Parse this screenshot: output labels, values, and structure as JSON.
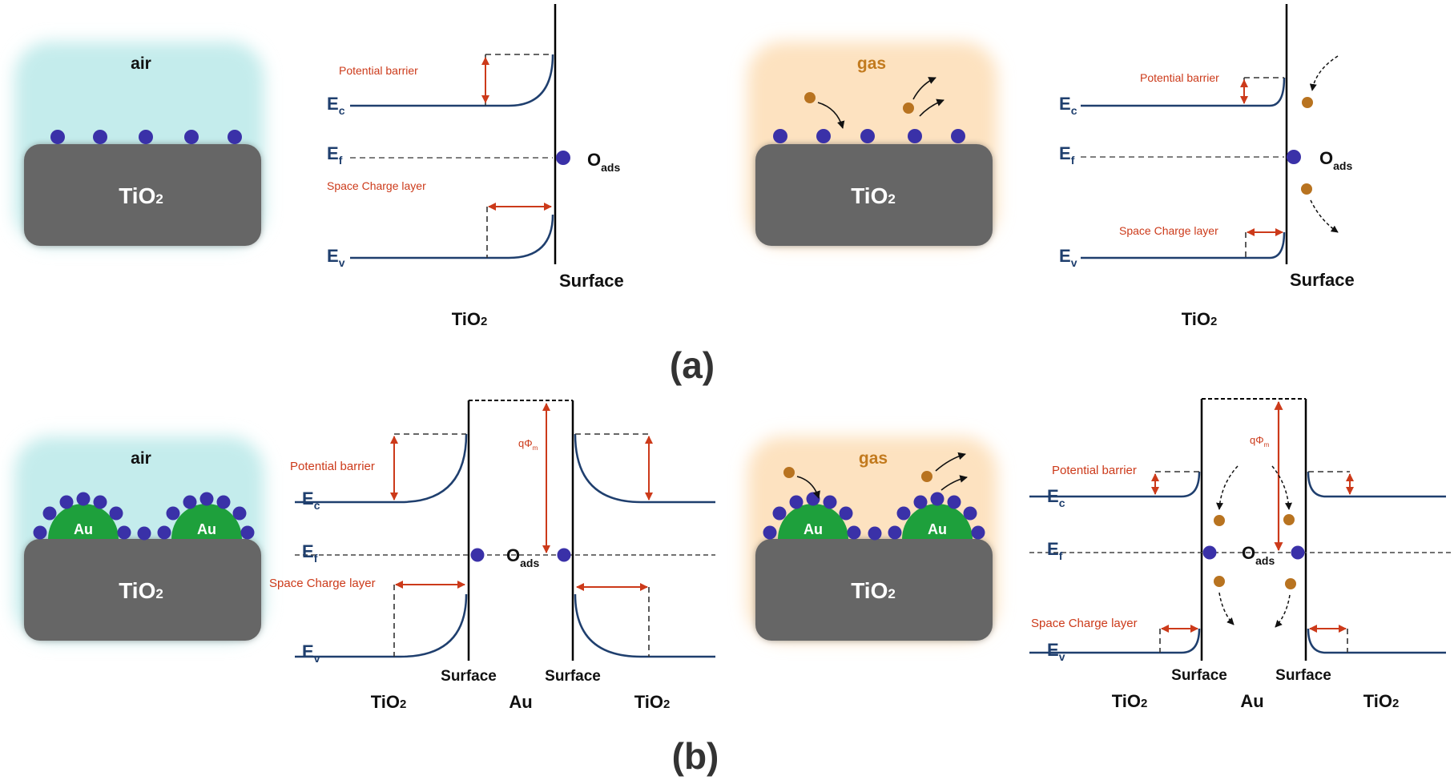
{
  "labels": {
    "air": "air",
    "gas": "gas",
    "tio2": "TiO",
    "tio2_sub": "2",
    "au": "Au",
    "ec_main": "E",
    "ec_sub": "c",
    "ef_main": "E",
    "ef_sub": "f",
    "ev_main": "E",
    "ev_sub": "v",
    "oads_main": "O",
    "oads_sub": "ads",
    "potential_barrier": "Potential barrier",
    "space_charge_layer": "Space Charge layer",
    "surface": "Surface",
    "qphi_main": "qΦ",
    "qphi_sub": "m",
    "panel_a": "(a)",
    "panel_b": "(b)"
  },
  "colors": {
    "air_glow": "#c4ecec",
    "gas_glow": "#fde2c0",
    "substrate": "#666666",
    "au": "#1ea03c",
    "adsorbed_oxygen": "#3a31a8",
    "gas_molecule": "#b87320",
    "band_line": "#1f3f6e",
    "annotation": "#cc3a1a"
  }
}
